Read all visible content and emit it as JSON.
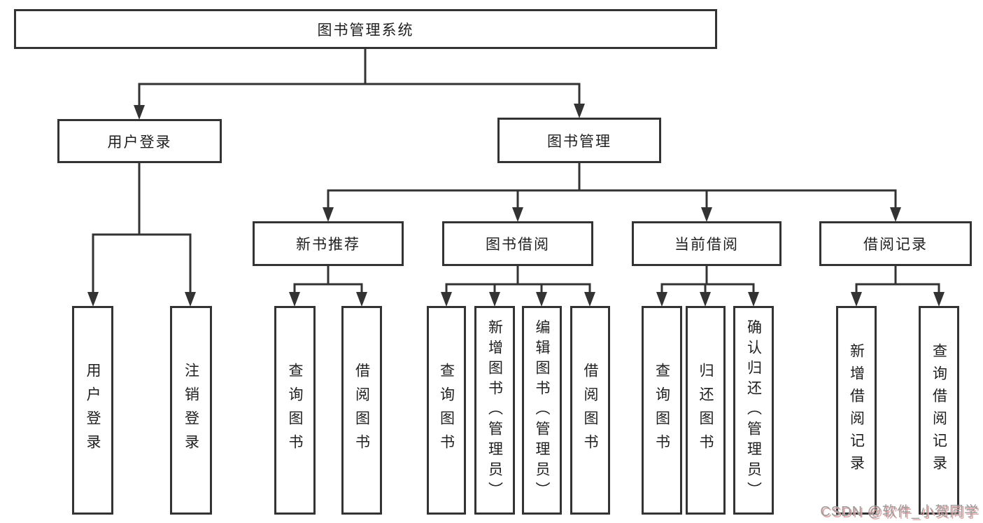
{
  "diagram": {
    "root": "图书管理系统",
    "user_login": {
      "label": "用户登录",
      "children": [
        "用户登录",
        "注销登录"
      ]
    },
    "book_management": {
      "label": "图书管理",
      "sections": [
        {
          "label": "新书推荐",
          "children": [
            "查询图书",
            "借阅图书"
          ]
        },
        {
          "label": "图书借阅",
          "children": [
            "查询图书",
            "新增图书（管理员）",
            "编辑图书（管理员）",
            "借阅图书"
          ]
        },
        {
          "label": "当前借阅",
          "children": [
            "查询图书",
            "归还图书",
            "确认归还（管理员）"
          ]
        },
        {
          "label": "借阅记录",
          "children": [
            "新增借阅记录",
            "查询借阅记录"
          ]
        }
      ]
    }
  },
  "watermark": "CSDN @软件_小贺同学",
  "colors": {
    "line": "#333333",
    "box-border": "#333333",
    "text": "#1f1f1f",
    "background": "#ffffff",
    "watermark": "#9c9c9c",
    "watermark-shadow": "#e0a2a2"
  }
}
